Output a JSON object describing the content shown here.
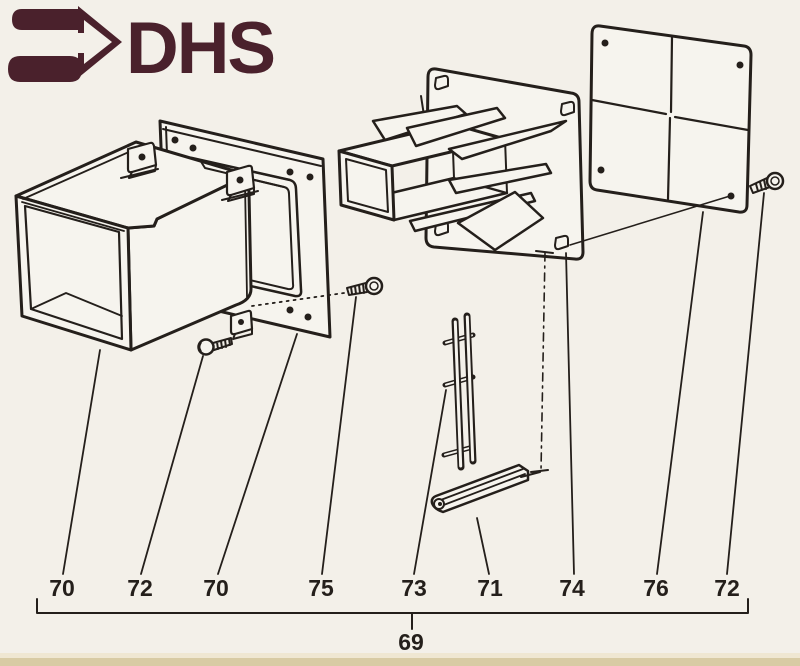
{
  "logo": {
    "brand": "DHS",
    "icon": "arrow-right-icon",
    "color": "#4a212c"
  },
  "colors": {
    "ink": "#241f1b",
    "background": "#f3f0e9",
    "part_fill": "#f6f4ee",
    "footer_strip_light": "#efe7d2",
    "footer_strip_tan": "#d8cba4"
  },
  "callouts": {
    "part_labels": [
      {
        "text": "70"
      },
      {
        "text": "72"
      },
      {
        "text": "70"
      },
      {
        "text": "75"
      },
      {
        "text": "73"
      },
      {
        "text": "71"
      },
      {
        "text": "74"
      },
      {
        "text": "76"
      },
      {
        "text": "72"
      }
    ],
    "group_label": {
      "text": "69"
    }
  },
  "parts": [
    {
      "label": "70",
      "name": "duct-box"
    },
    {
      "label": "72",
      "name": "screw-left"
    },
    {
      "label": "70",
      "name": "wall-flange-plate"
    },
    {
      "label": "75",
      "name": "screw-middle"
    },
    {
      "label": "73",
      "name": "hinge-rod-set"
    },
    {
      "label": "71",
      "name": "roller-bar"
    },
    {
      "label": "74",
      "name": "flap-sleeve-plate"
    },
    {
      "label": "76",
      "name": "cover-plate"
    },
    {
      "label": "72",
      "name": "screw-right"
    },
    {
      "label": "69",
      "name": "complete-assembly"
    }
  ]
}
